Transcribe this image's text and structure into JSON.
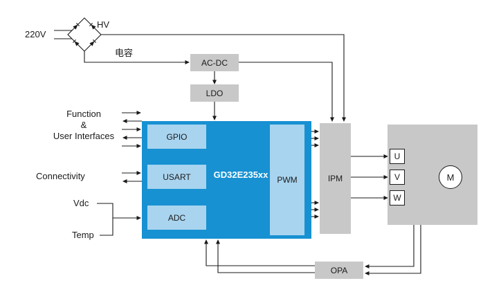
{
  "labels": {
    "voltage": "220V",
    "hv": "HV",
    "capacitor": "电容",
    "function_line1": "Function",
    "function_line2": "&",
    "function_line3": "User Interfaces",
    "connectivity": "Connectivity",
    "vdc": "Vdc",
    "temp": "Temp"
  },
  "blocks": {
    "acdc": "AC-DC",
    "ldo": "LDO",
    "mcu": "GD32E235xx",
    "gpio": "GPIO",
    "usart": "USART",
    "adc": "ADC",
    "pwm": "PWM",
    "ipm": "IPM",
    "opa": "OPA",
    "phase_u": "U",
    "phase_v": "V",
    "phase_w": "W",
    "motor": "M"
  },
  "colors": {
    "mcu_fill": "#1791d2",
    "peripheral_fill": "#a9d4ef",
    "gray_fill": "#c8c8c8",
    "line": "#1a1a1a",
    "mcu_text": "#ffffff"
  }
}
